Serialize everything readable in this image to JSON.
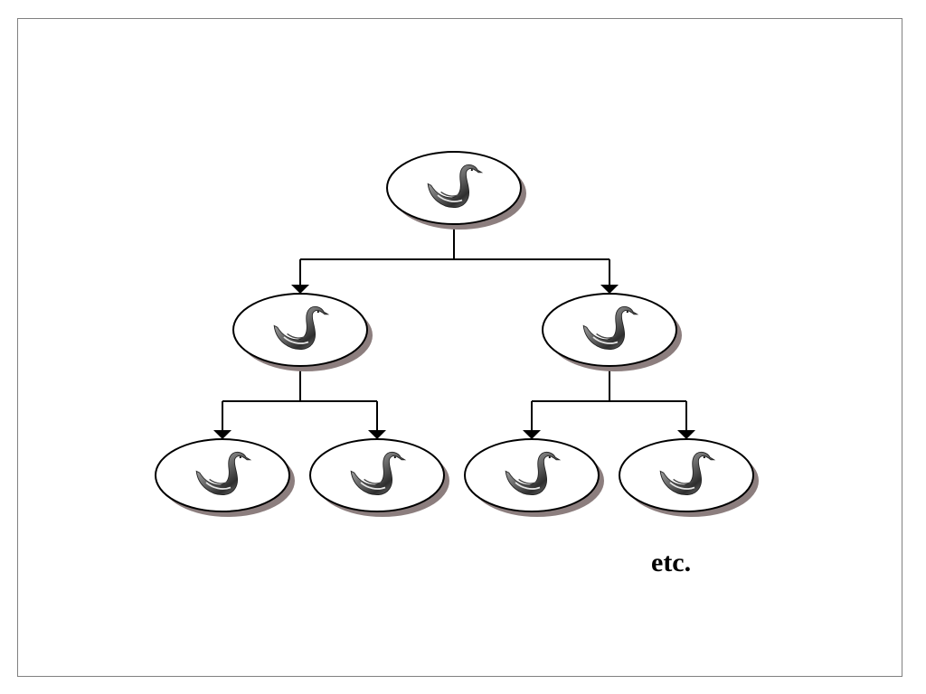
{
  "diagram": {
    "type": "binary-tree",
    "node_icon": "swan-icon",
    "continuation_label": "etc.",
    "nodes": [
      {
        "id": "n1",
        "level": 0
      },
      {
        "id": "n2",
        "level": 1,
        "parent": "n1"
      },
      {
        "id": "n3",
        "level": 1,
        "parent": "n1"
      },
      {
        "id": "n4",
        "level": 2,
        "parent": "n2"
      },
      {
        "id": "n5",
        "level": 2,
        "parent": "n2"
      },
      {
        "id": "n6",
        "level": 2,
        "parent": "n3"
      },
      {
        "id": "n7",
        "level": 2,
        "parent": "n3"
      }
    ],
    "colors": {
      "frame": "#808080",
      "node_fill": "#ffffff",
      "node_stroke": "#000000",
      "node_shadow": "#8c7e7e",
      "edge": "#000000",
      "swan_dark": "#333333",
      "swan_light": "#bdbdbd"
    }
  }
}
